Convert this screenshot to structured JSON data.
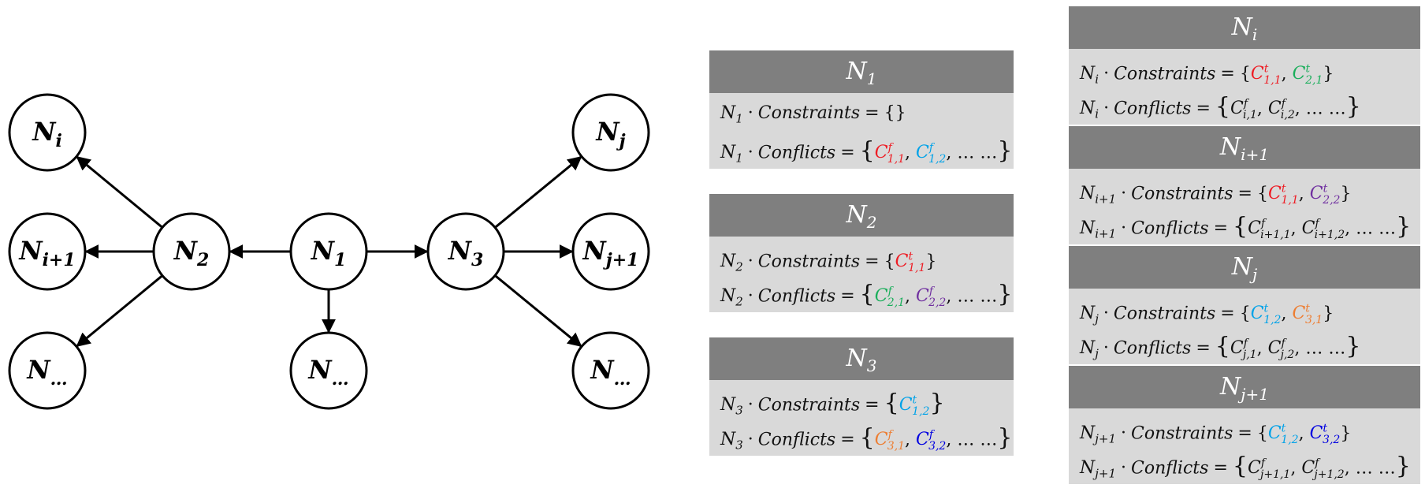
{
  "graph": {
    "nodes": [
      {
        "id": "Ni",
        "base": "N",
        "sub": "i"
      },
      {
        "id": "Ni1",
        "base": "N",
        "sub": "i+1"
      },
      {
        "id": "Nd1",
        "base": "N",
        "sub": "…"
      },
      {
        "id": "N2",
        "base": "N",
        "sub": "2"
      },
      {
        "id": "N1",
        "base": "N",
        "sub": "1"
      },
      {
        "id": "Nd2",
        "base": "N",
        "sub": "…"
      },
      {
        "id": "N3",
        "base": "N",
        "sub": "3"
      },
      {
        "id": "Nj",
        "base": "N",
        "sub": "j"
      },
      {
        "id": "Nj1",
        "base": "N",
        "sub": "j+1"
      },
      {
        "id": "Nd3",
        "base": "N",
        "sub": "…"
      }
    ],
    "edges": [
      [
        "N1",
        "N2"
      ],
      [
        "N1",
        "N3"
      ],
      [
        "N1",
        "Nd2"
      ],
      [
        "N2",
        "Ni"
      ],
      [
        "N2",
        "Ni1"
      ],
      [
        "N2",
        "Nd1"
      ],
      [
        "N3",
        "Nj"
      ],
      [
        "N3",
        "Nj1"
      ],
      [
        "N3",
        "Nd3"
      ]
    ]
  },
  "colors": {
    "red": "#ee1c24",
    "cyan": "#00a2e8",
    "green": "#1aae5b",
    "purple": "#7030a0",
    "orange": "#ed7d31",
    "blue": "#0000e0",
    "header_bg": "#7f7f7f",
    "body_bg": "#d9d9d9"
  },
  "panels": [
    {
      "id": "p-n1",
      "title_base": "N",
      "title_sub": "1",
      "constraints_label": "Constraints",
      "conflicts_label": "Conflicts",
      "constraints": [],
      "brace_style": "plain",
      "conflicts": [
        {
          "sup": "f",
          "sub": "1,1",
          "color": "red"
        },
        {
          "sup": "f",
          "sub": "1,2",
          "color": "cyan"
        }
      ]
    },
    {
      "id": "p-n2",
      "title_base": "N",
      "title_sub": "2",
      "constraints_label": "Constraints",
      "conflicts_label": "Conflicts",
      "constraints": [
        {
          "sup": "t",
          "sub": "1,1",
          "color": "red"
        }
      ],
      "conflicts": [
        {
          "sup": "f",
          "sub": "2,1",
          "color": "green"
        },
        {
          "sup": "f",
          "sub": "2,2",
          "color": "purple"
        }
      ]
    },
    {
      "id": "p-n3",
      "title_base": "N",
      "title_sub": "3",
      "constraints_label": "Constraints",
      "conflicts_label": "Conflicts",
      "constraints": [
        {
          "sup": "t",
          "sub": "1,2",
          "color": "cyan"
        }
      ],
      "conflicts": [
        {
          "sup": "f",
          "sub": "3,1",
          "color": "orange"
        },
        {
          "sup": "f",
          "sub": "3,2",
          "color": "blue"
        }
      ]
    },
    {
      "id": "p-ni",
      "title_base": "N",
      "title_sub": "i",
      "constraints_label": "Constraints",
      "conflicts_label": "Conflicts",
      "constraints": [
        {
          "sup": "t",
          "sub": "1,1",
          "color": "red"
        },
        {
          "sup": "t",
          "sub": "2,1",
          "color": "green"
        }
      ],
      "conflicts": [
        {
          "sup": "f",
          "sub": "i,1",
          "color": "black"
        },
        {
          "sup": "f",
          "sub": "i,2",
          "color": "black"
        }
      ]
    },
    {
      "id": "p-ni1",
      "title_base": "N",
      "title_sub": "i+1",
      "constraints_label": "Constraints",
      "conflicts_label": "Conflicts",
      "constraints": [
        {
          "sup": "t",
          "sub": "1,1",
          "color": "red"
        },
        {
          "sup": "t",
          "sub": "2,2",
          "color": "purple"
        }
      ],
      "conflicts": [
        {
          "sup": "f",
          "sub": "i+1,1",
          "color": "black"
        },
        {
          "sup": "f",
          "sub": "i+1,2",
          "color": "black"
        }
      ]
    },
    {
      "id": "p-nj",
      "title_base": "N",
      "title_sub": "j",
      "constraints_label": "Constraints",
      "conflicts_label": "Conflicts",
      "constraints": [
        {
          "sup": "t",
          "sub": "1,2",
          "color": "cyan"
        },
        {
          "sup": "t",
          "sub": "3,1",
          "color": "orange"
        }
      ],
      "conflicts": [
        {
          "sup": "f",
          "sub": "j,1",
          "color": "black"
        },
        {
          "sup": "f",
          "sub": "j,2",
          "color": "black"
        }
      ]
    },
    {
      "id": "p-nj1",
      "title_base": "N",
      "title_sub": "j+1",
      "constraints_label": "Constraints",
      "conflicts_label": "Conflicts",
      "constraints": [
        {
          "sup": "t",
          "sub": "1,2",
          "color": "cyan"
        },
        {
          "sup": "t",
          "sub": "3,2",
          "color": "blue"
        }
      ],
      "conflicts": [
        {
          "sup": "f",
          "sub": "j+1,1",
          "color": "black"
        },
        {
          "sup": "f",
          "sub": "j+1,2",
          "color": "black"
        }
      ]
    }
  ],
  "symbols": {
    "dot": "·",
    "equals": "=",
    "ellipsis": "… …",
    "set_base": "C"
  }
}
